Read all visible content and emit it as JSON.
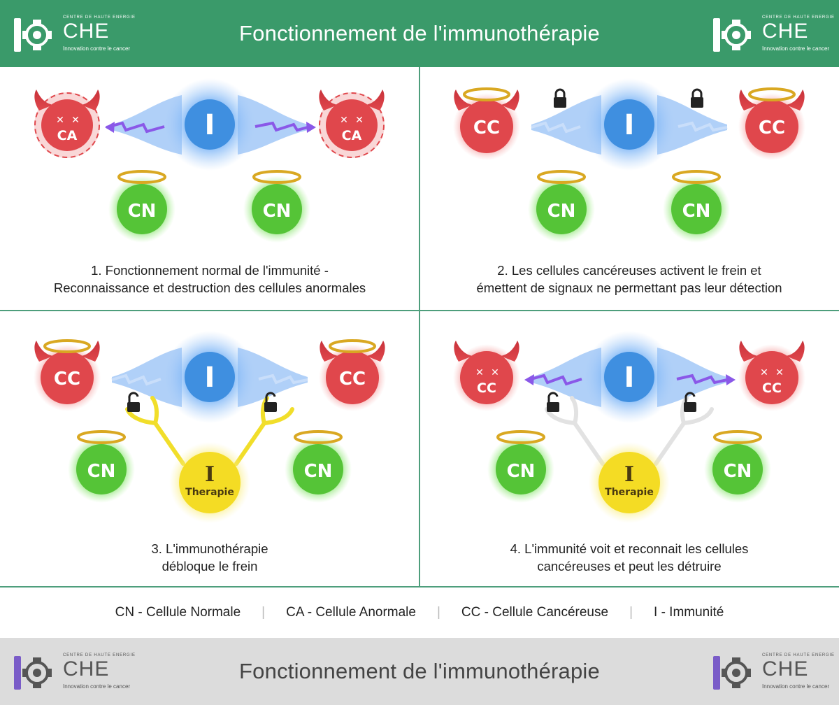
{
  "header": {
    "title": "Fonctionnement de l'immunothérapie",
    "logo": {
      "name": "CHE",
      "tagline_top": "CENTRE DE HAUTE ENERGIE",
      "tagline_bottom": "Innovation contre le cancer"
    }
  },
  "footer": {
    "title": "Fonctionnement de l'immunothérapie",
    "logo": {
      "name": "CHE",
      "tagline_top": "CENTRE DE HAUTE ENERGIE",
      "tagline_bottom": "Innovation contre le cancer"
    }
  },
  "panels": [
    {
      "caption_line1": "1. Fonctionnement normal de l'immunité -",
      "caption_line2": "Reconnaissance et destruction des cellules anormales",
      "cells": {
        "abnormal": "CA",
        "normal": "CN",
        "immune": "I"
      }
    },
    {
      "caption_line1": "2. Les cellules cancéreuses activent le frein et",
      "caption_line2": "émettent de signaux ne permettant pas leur détection",
      "cells": {
        "cancer": "CC",
        "normal": "CN",
        "immune": "I"
      }
    },
    {
      "caption_line1": "3. L'immunothérapie",
      "caption_line2": "débloque le frein",
      "cells": {
        "cancer": "CC",
        "normal": "CN",
        "immune": "I",
        "therapy_i": "I",
        "therapy_label": "Therapie"
      }
    },
    {
      "caption_line1": "4. L'immunité voit et reconnait les cellules",
      "caption_line2": "cancéreuses et peut les détruire",
      "cells": {
        "cancer": "CC",
        "normal": "CN",
        "immune": "I",
        "therapy_i": "I",
        "therapy_label": "Therapie"
      }
    }
  ],
  "legend": [
    "CN - Cellule Normale",
    "CA - Cellule Anormale",
    "CC - Cellule Cancéreuse",
    "I - Immunité"
  ],
  "colors": {
    "header_green": "#3a9a6a",
    "footer_grey": "#dcdcdc",
    "grid_line": "#4e9e7c",
    "evil_red": "#e0474c",
    "normal_green": "#55c437",
    "immune_blue": "#3f8fe0",
    "therapy_yellow": "#f4dc24",
    "halo_gold": "#d9a822",
    "signal_purple": "#8a58e8",
    "signal_pale": "#c9defa"
  }
}
